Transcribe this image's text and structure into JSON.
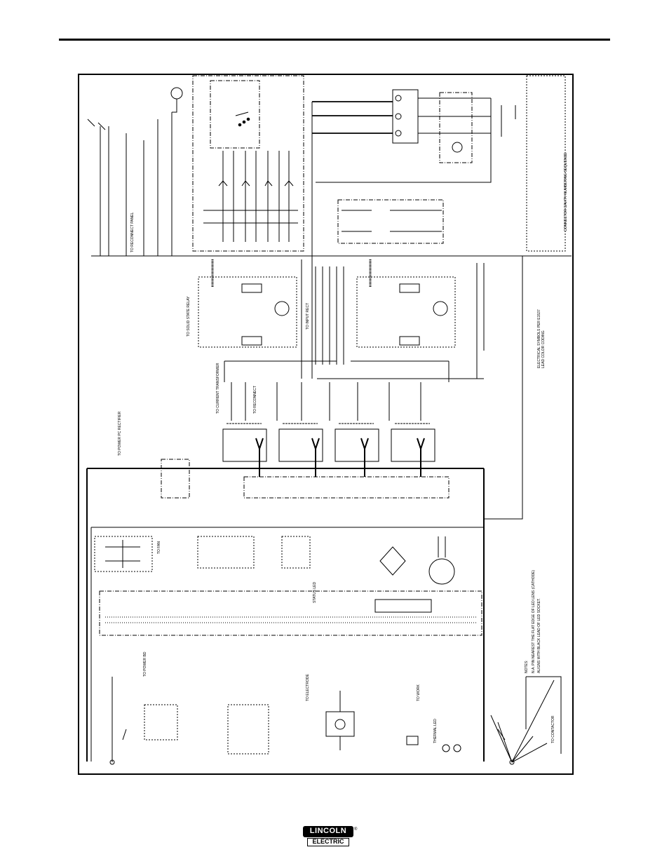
{
  "footer": {
    "brand_top": "LINCOLN",
    "brand_bottom": "ELECTRIC",
    "registered_mark": "®"
  },
  "labels": {
    "to_power_pc_rectifier": "TO POWER PC RECTIFIER",
    "to_current_transformer": "TO CURRENT TRANSFORMER",
    "to_reconnect": "TO RECONNECT",
    "to_reconnect_panel": "TO RECONNECT PANEL",
    "to_input_rect": "TO INPUT RECT",
    "to_solid_state_relay": "TO SOLID STATE RELAY",
    "to_fan": "TO FAN",
    "to_power_bd": "TO POWER BD",
    "to_work": "TO WORK",
    "to_electrode": "TO ELECTRODE",
    "status_led": "STATUS LED",
    "thermal_led": "THERMAL LED",
    "to_contactor": "TO CONTACTOR",
    "electrical_symbols": "ELECTRICAL SYMBOLS PER E1537",
    "lead_color_coding": "LEAD COLOR CODING",
    "connector_cavity_numbering": "CONNECTOR CAVITY NUMBERING SEQUENCE",
    "notes": "NOTES:",
    "note_n1": "N.A.  PIN NEAREST THE FLAT EDGE OF LED LENS (CATHODE)",
    "note_n1b": "ALIGNS WITH BLACK LEAD OF LED SOCKET."
  }
}
